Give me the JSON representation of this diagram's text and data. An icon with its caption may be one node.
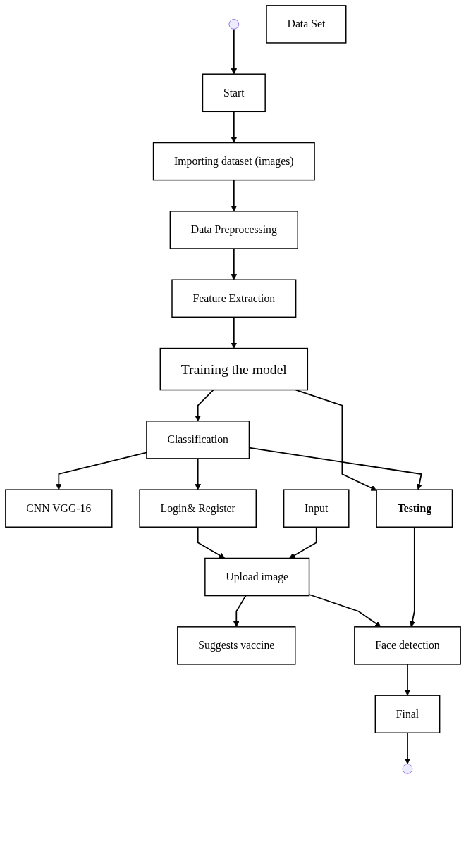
{
  "diagram": {
    "nodes": [
      {
        "text": [
          "Start"
        ]
      },
      {
        "text": [
          "Importing dataset (images)"
        ]
      },
      {
        "text": [],
        "shape": "circle"
      },
      {
        "text": [
          "Data Set"
        ]
      },
      {
        "text": [
          "Data Preprocessing"
        ]
      },
      {
        "text": [
          "Feature Extraction"
        ]
      },
      {
        "text": [
          "Training the model"
        ]
      },
      {
        "text": [
          "CNN VGG-16"
        ]
      },
      {
        "text": [
          "Classification"
        ]
      },
      {
        "text": [
          "Testing"
        ]
      },
      {
        "text": [
          "Login& Register"
        ]
      },
      {
        "text": [
          "Input"
        ]
      },
      {
        "text": [
          "Upload image"
        ]
      },
      {
        "text": [
          "Suggests vaccine"
        ]
      },
      {
        "text": [
          "Face detection"
        ]
      },
      {
        "text": [
          "Final"
        ]
      },
      {
        "text": [],
        "shape": "circle"
      }
    ],
    "edges": [
      {
        "from": 0,
        "to": 1,
        "arrow": "to"
      },
      {
        "from": 2,
        "to": 0,
        "arrow": "to"
      },
      {
        "from": 1,
        "to": 4,
        "arrow": "to"
      },
      {
        "from": 4,
        "to": 5,
        "arrow": "to"
      },
      {
        "from": 5,
        "to": 6,
        "arrow": "to"
      },
      {
        "from": 6,
        "to": 8,
        "arrow": "to"
      },
      {
        "from": 6,
        "to": 9,
        "arrow": "to"
      },
      {
        "from": 8,
        "to": 7,
        "arrow": "to"
      },
      {
        "from": 8,
        "to": 9,
        "arrow": "to"
      },
      {
        "from": 8,
        "to": 10,
        "arrow": "to"
      },
      {
        "from": 10,
        "to": 12,
        "arrow": "to"
      },
      {
        "from": 11,
        "to": 12,
        "arrow": "to"
      },
      {
        "from": 12,
        "to": 13,
        "arrow": "to"
      },
      {
        "from": 12,
        "to": 14,
        "arrow": "to"
      },
      {
        "from": 9,
        "to": 14,
        "arrow": "to"
      },
      {
        "from": 14,
        "to": 15,
        "arrow": "to"
      },
      {
        "from": 15,
        "to": 16,
        "arrow": "to"
      }
    ]
  }
}
